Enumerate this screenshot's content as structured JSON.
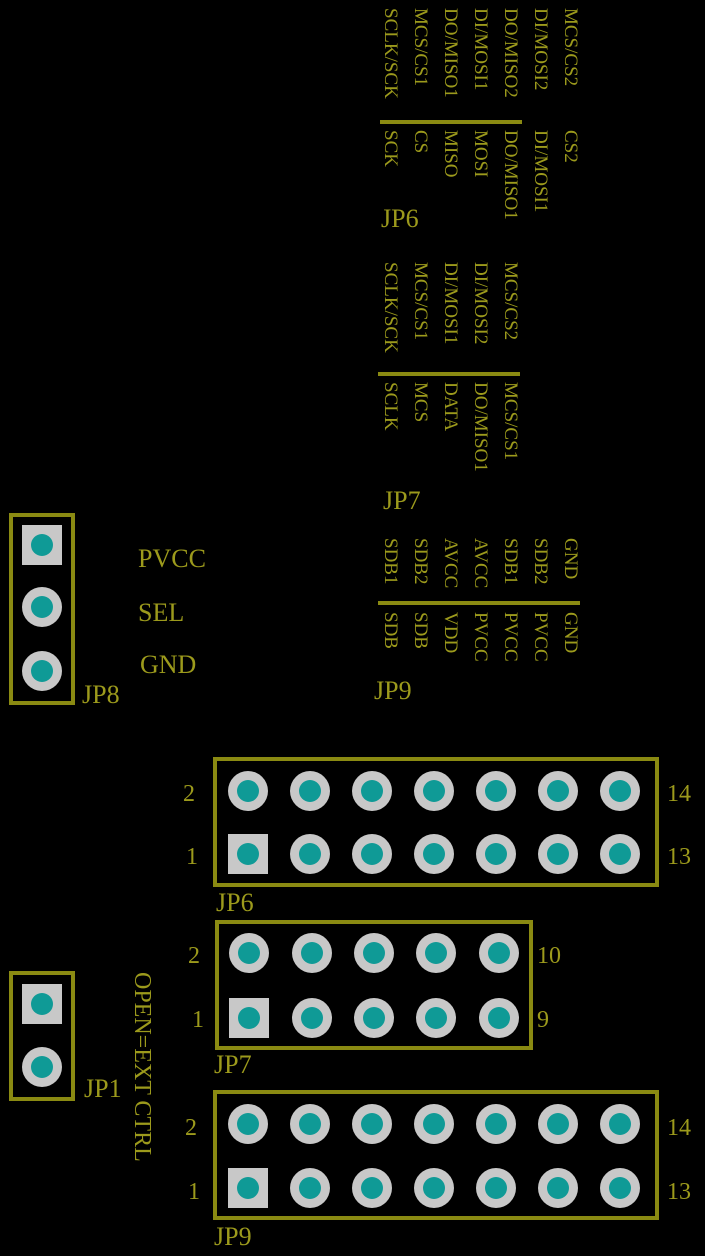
{
  "colors": {
    "background": "#000000",
    "silkscreen": "#9c9a1c",
    "outline": "#8a8a12",
    "pad": "#c8c8c8",
    "drill": "#0f9a96"
  },
  "pin_tables": {
    "jp6": {
      "title": "JP6",
      "left_column": [
        "SCLK/SCK",
        "MCS/CS1",
        "DO/MISO1",
        "DI/MOSI1",
        "DO/MISO2",
        "DI/MOSI2",
        "MCS/CS2"
      ],
      "right_column": [
        "SCK",
        "CS",
        "MISO",
        "MOSI",
        "DO/MISO1",
        "DI/MOSI1",
        "CS2"
      ]
    },
    "jp7": {
      "title": "JP7",
      "left_column": [
        "SCLK/SCK",
        "MCS/CS1",
        "DI/MOSI1",
        "DI/MOSI2",
        "MCS/CS2"
      ],
      "right_column": [
        "SCLK",
        "MCS",
        "DATA",
        "DO/MISO1",
        "MCS/CS1"
      ]
    },
    "jp9": {
      "title": "JP9",
      "left_column": [
        "SDB1",
        "SDB2",
        "AVCC",
        "AVCC",
        "SDB1",
        "SDB2",
        "GND"
      ],
      "right_column": [
        "SDB",
        "SDB",
        "VDD",
        "PVCC",
        "PVCC",
        "PVCC",
        "GND"
      ]
    }
  },
  "jp8": {
    "designator": "JP8",
    "pins": [
      "PVCC",
      "SEL",
      "GND"
    ]
  },
  "jp1": {
    "designator": "JP1",
    "note": "OPEN=EXT CTRL"
  },
  "headers": {
    "jp6": {
      "designator": "JP6",
      "top_left": "2",
      "bottom_left": "1",
      "top_right": "14",
      "bottom_right": "13",
      "columns": 7
    },
    "jp7": {
      "designator": "JP7",
      "top_left": "2",
      "bottom_left": "1",
      "top_right": "10",
      "bottom_right": "9",
      "columns": 5
    },
    "jp9": {
      "designator": "JP9",
      "top_left": "2",
      "bottom_left": "1",
      "top_right": "14",
      "bottom_right": "13",
      "columns": 7
    }
  }
}
